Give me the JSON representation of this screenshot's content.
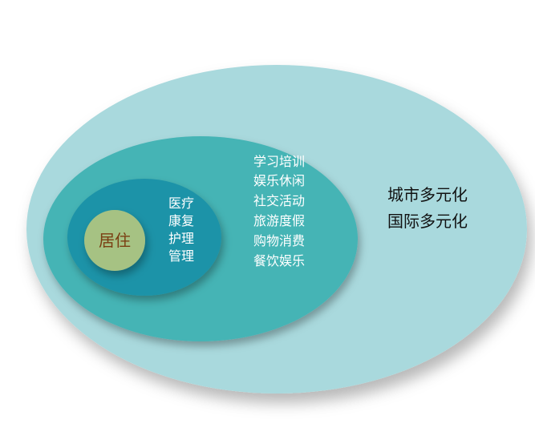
{
  "diagram": {
    "core_label": "居住",
    "ring2_lines": [
      "医疗",
      "康复",
      "护理",
      "管理"
    ],
    "ring3_lines": [
      "学习培训",
      "娱乐休闲",
      "社交活动",
      "旅游度假",
      "购物消费",
      "餐饮娱乐"
    ],
    "ring4_lines": [
      "城市多元化",
      "国际多元化"
    ]
  },
  "colors": {
    "outer_ellipse": "#A9D9DD",
    "middle_ellipse": "#45B4B5",
    "inner_ellipse": "#1F93A8",
    "core_circle": "#A6C283",
    "core_text": "#7A3E12",
    "light_text": "#ffffff",
    "dark_text": "#111111"
  }
}
